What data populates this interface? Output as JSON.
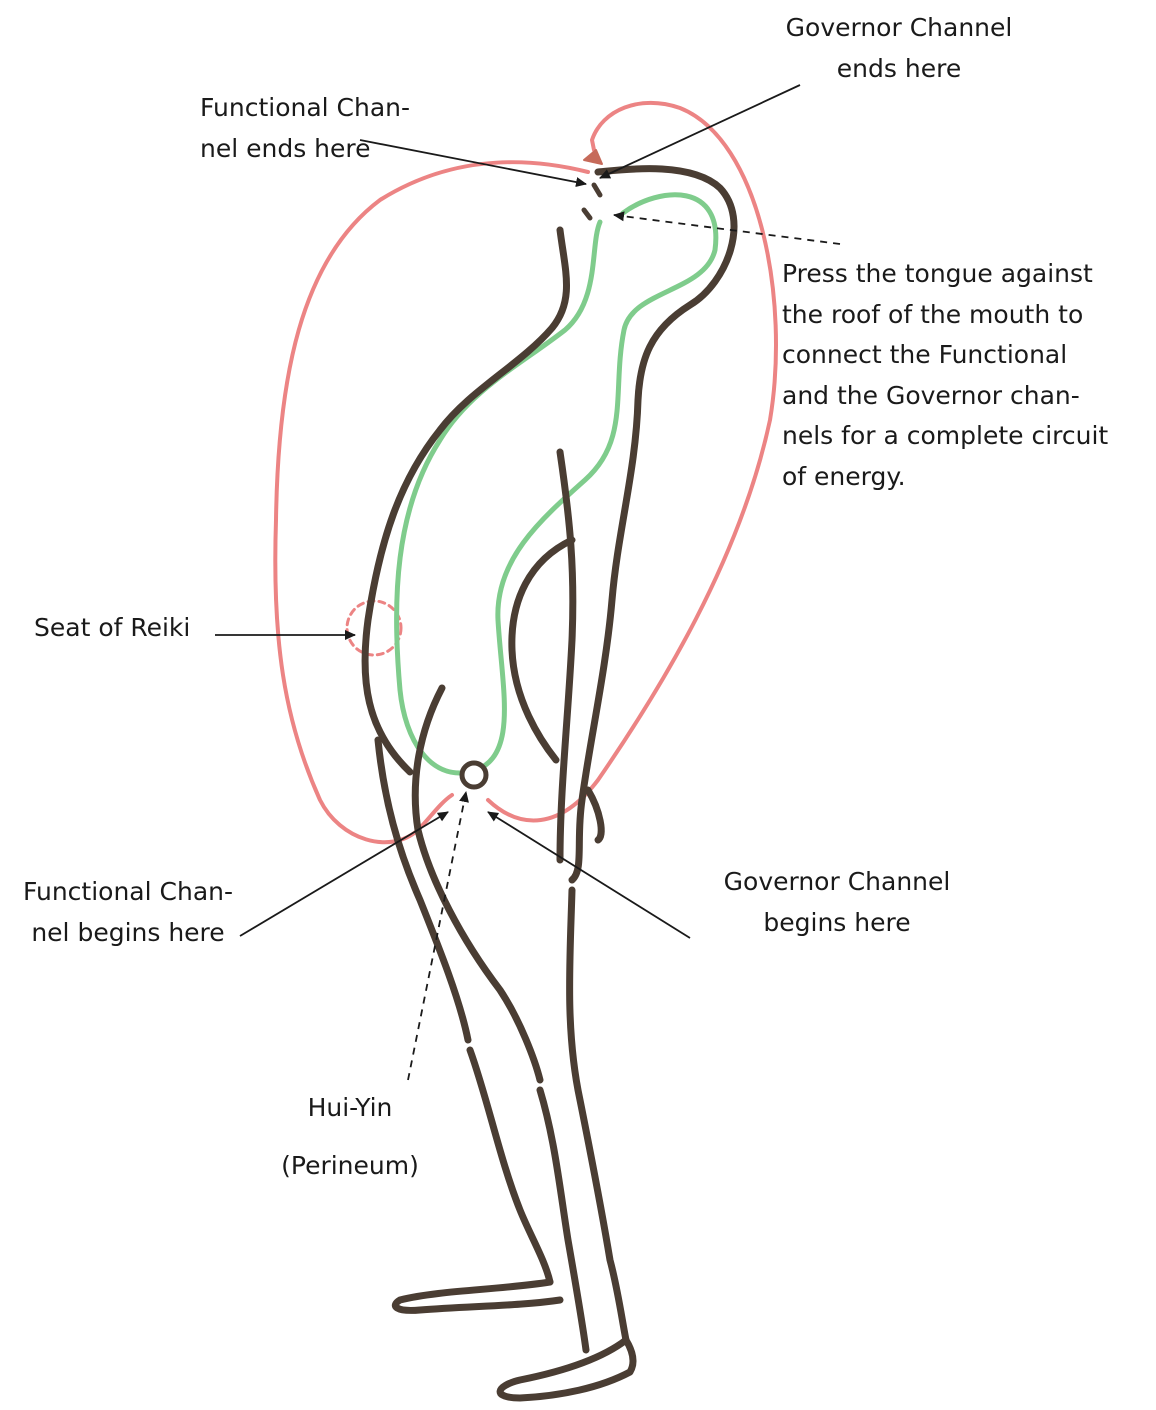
{
  "labels": {
    "governor_end": [
      "Governor Channel",
      "ends here"
    ],
    "functional_end": [
      "Functional Chan-",
      "nel ends here"
    ],
    "tongue_note": [
      "Press the tongue against",
      "the roof of the mouth to",
      "connect  the Functional",
      "and the Governor chan-",
      "nels for a complete circuit",
      "of energy."
    ],
    "seat_of_reiki": "Seat of Reiki",
    "functional_begin": [
      "Functional Chan-",
      "nel begins here"
    ],
    "governor_begin": [
      "Governor Channel",
      "begins here"
    ],
    "hui_yin": "Hui-Yin",
    "perineum": "(Perineum)"
  },
  "colors": {
    "body_outline": "#4a3d33",
    "governor_channel": "#ec8484",
    "functional_channel": "#7fcc8c",
    "annotation": "#1a1a1a"
  }
}
